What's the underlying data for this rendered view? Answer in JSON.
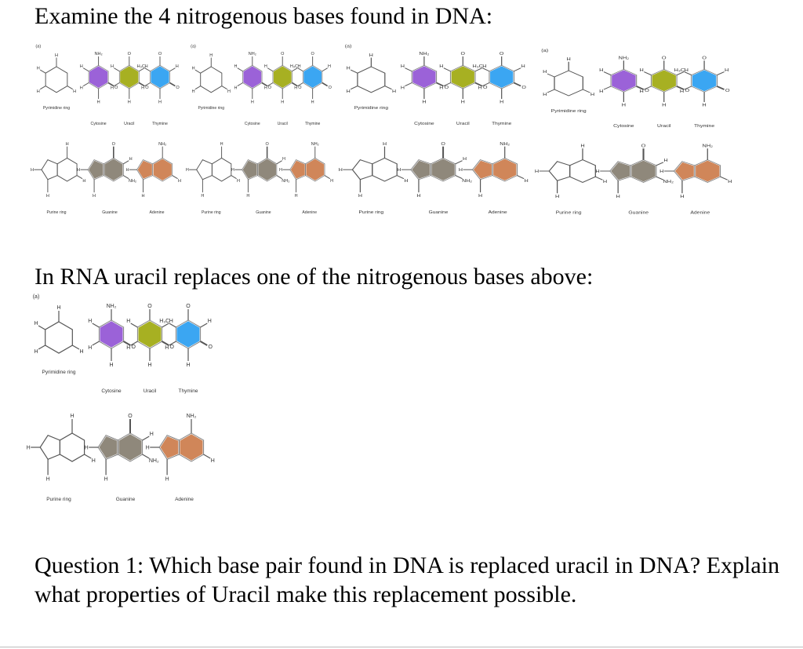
{
  "heading_dna": "Examine the 4 nitrogenous bases found in DNA:",
  "heading_rna": "In RNA uracil replaces one of the nitrogenous bases above:",
  "question": "Question 1: Which base pair found in DNA is replaced uracil in DNA? Explain what properties of Uracil make this replacement possible.",
  "figure": {
    "panel_tag": "(a)",
    "pyrimidine_ring": "Pyrimidine ring",
    "cytosine": "Cytosine",
    "uracil": "Uracil",
    "thymine": "Thymine",
    "purine_ring": "Purine ring",
    "guanine": "Guanine",
    "adenine": "Adenine",
    "atom_h": "H",
    "atom_o": "O",
    "atom_nh2": "NH₂",
    "atom_h3c": "H₃C",
    "colors": {
      "cytosine": "#9b62d8",
      "uracil": "#a7b022",
      "thymine": "#3ba6f2",
      "guanine": "#8f887b",
      "adenine": "#d08659"
    }
  }
}
